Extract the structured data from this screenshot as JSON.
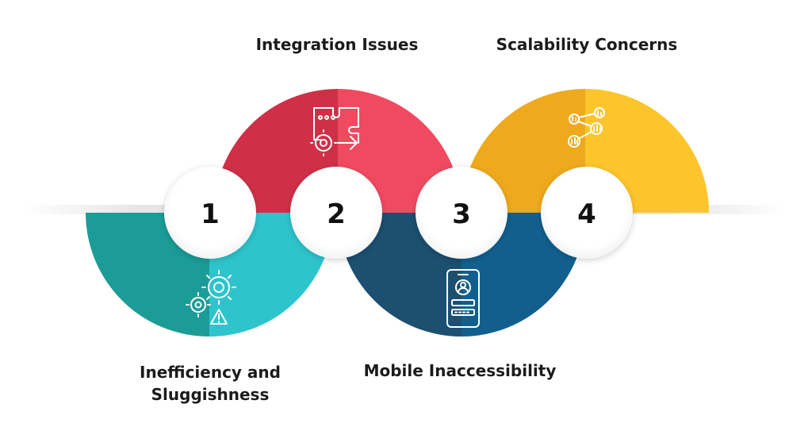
{
  "steps": [
    {
      "number": "1",
      "title_line1": "Inefficiency and",
      "title_line2": "Sluggishness",
      "icon": "gears-warning-icon",
      "color_dark": "#1b9c97",
      "color_light": "#2ec4cc"
    },
    {
      "number": "2",
      "title": "Integration Issues",
      "icon": "puzzle-gear-arrow-icon",
      "color_dark": "#cf3048",
      "color_light": "#f04a60"
    },
    {
      "number": "3",
      "title": "Mobile Inaccessibility",
      "icon": "mobile-login-icon",
      "color_dark": "#1c4f70",
      "color_light": "#125f8e"
    },
    {
      "number": "4",
      "title": "Scalability Concerns",
      "icon": "scaling-nodes-icon",
      "color_dark": "#eeaa1c",
      "color_light": "#fcc52c"
    }
  ]
}
